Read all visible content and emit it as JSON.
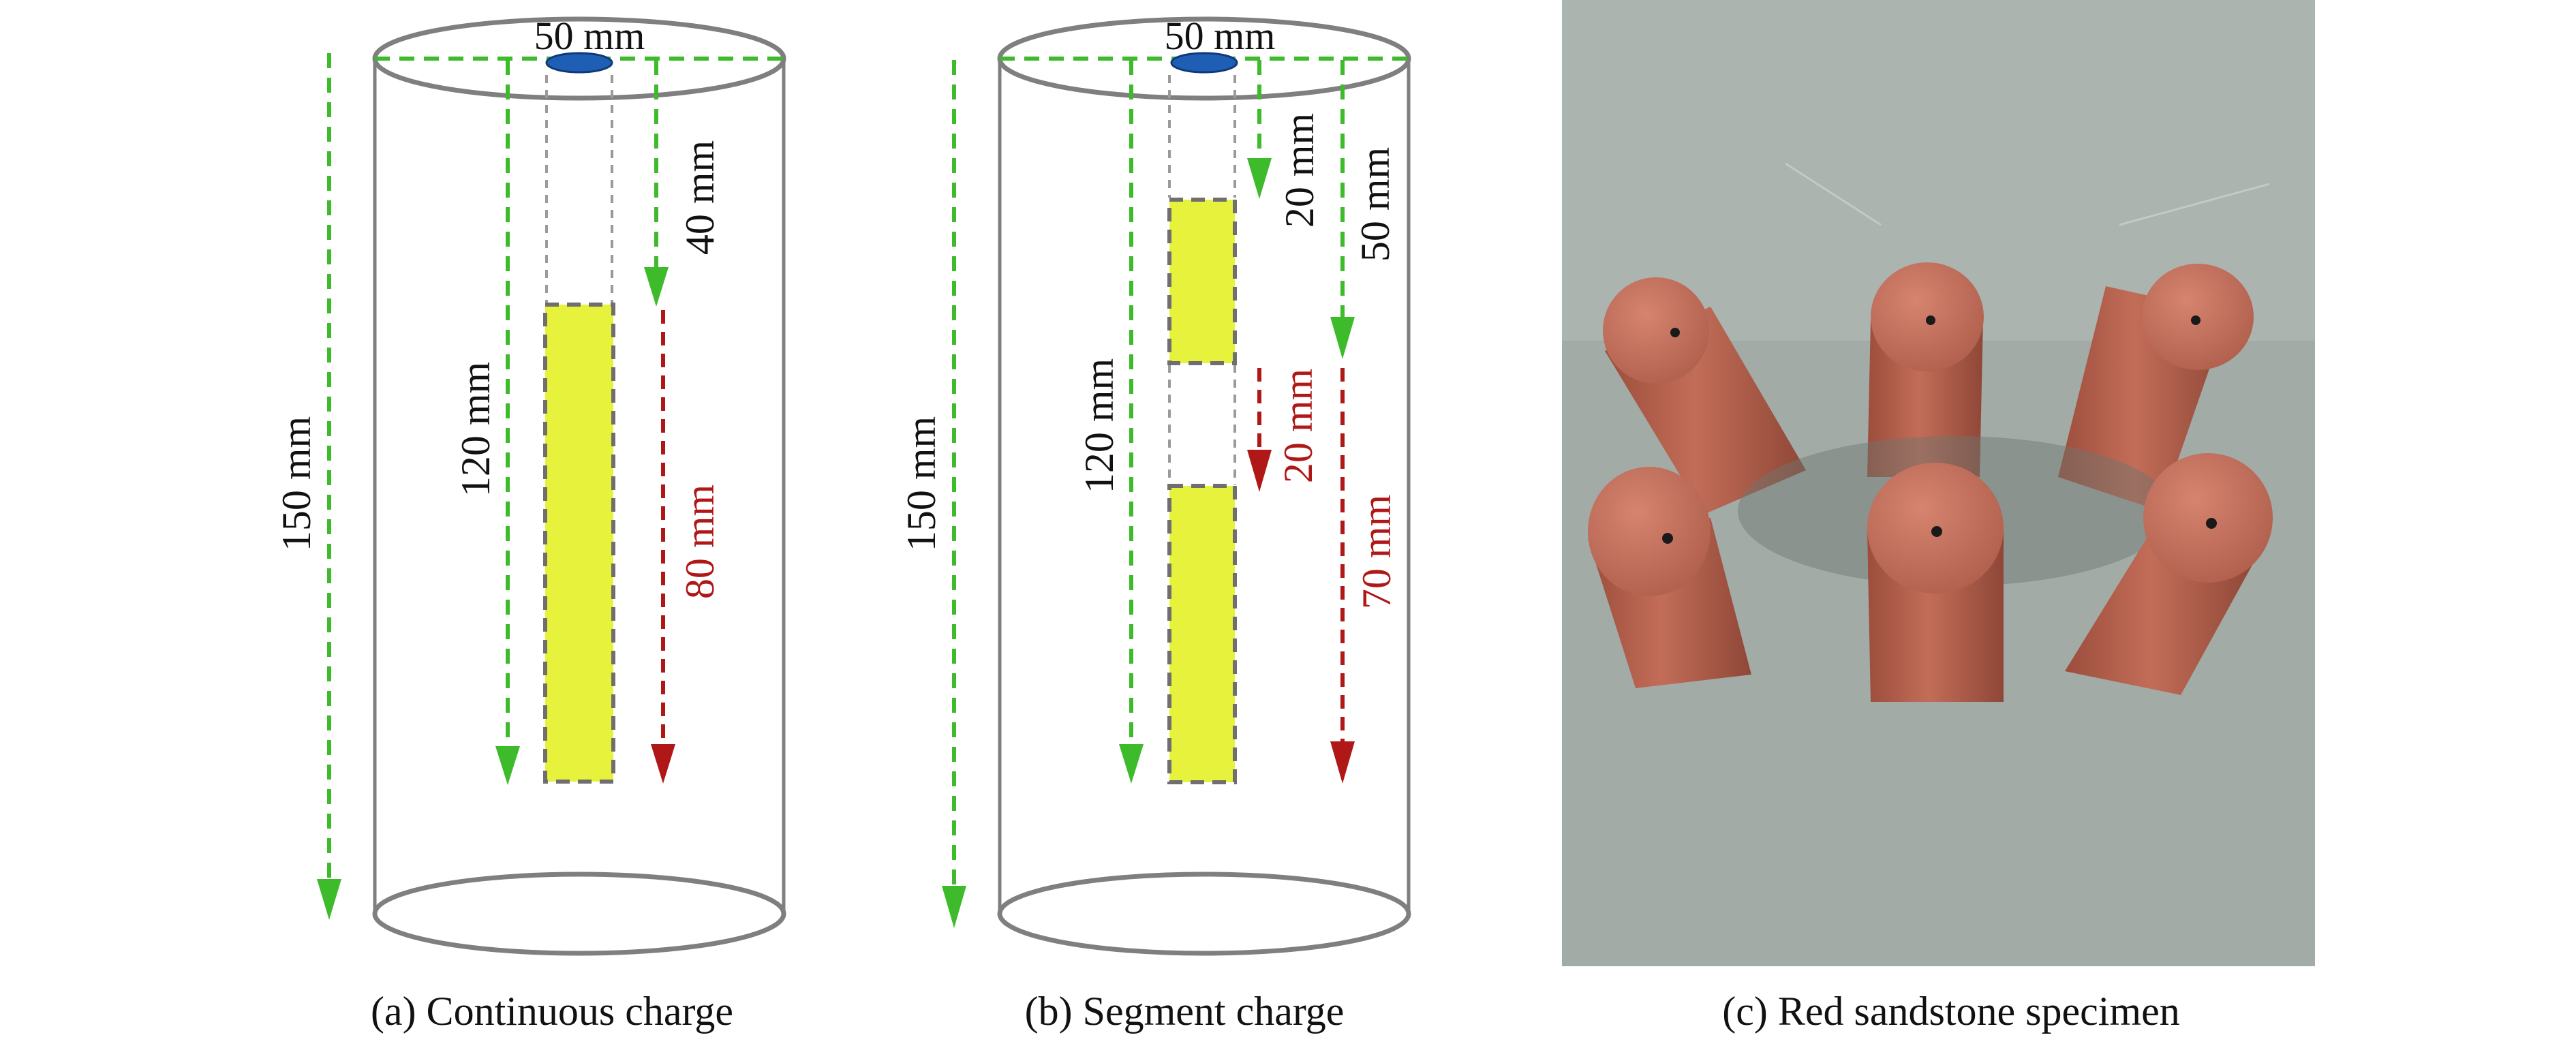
{
  "panel_a": {
    "caption": "(a) Continuous charge",
    "top_diameter": "50 mm",
    "total_length": "150 mm",
    "depth_to_bottom": "120 mm",
    "stemming": "40 mm",
    "charge_length": "80 mm"
  },
  "panel_b": {
    "caption": "(b) Segment charge",
    "top_diameter": "50 mm",
    "total_length": "150 mm",
    "depth_to_bottom": "120 mm",
    "stemming": "20 mm",
    "gap": "20 mm",
    "stemming_lower": "50 mm",
    "lower_charge_length": "70 mm"
  },
  "panel_c": {
    "caption": "(c) Red sandstone specimen"
  },
  "colors": {
    "cylinder_outline": "#7f7f7f",
    "green_dim": "#3dbb2b",
    "red_dim": "#b01818",
    "charge_fill": "#e6f23c",
    "charge_border": "#7a7a7a",
    "hole_fill": "#1e5fb5",
    "photo_floor": "#9fa8a3",
    "specimen": "#b65f4c"
  }
}
